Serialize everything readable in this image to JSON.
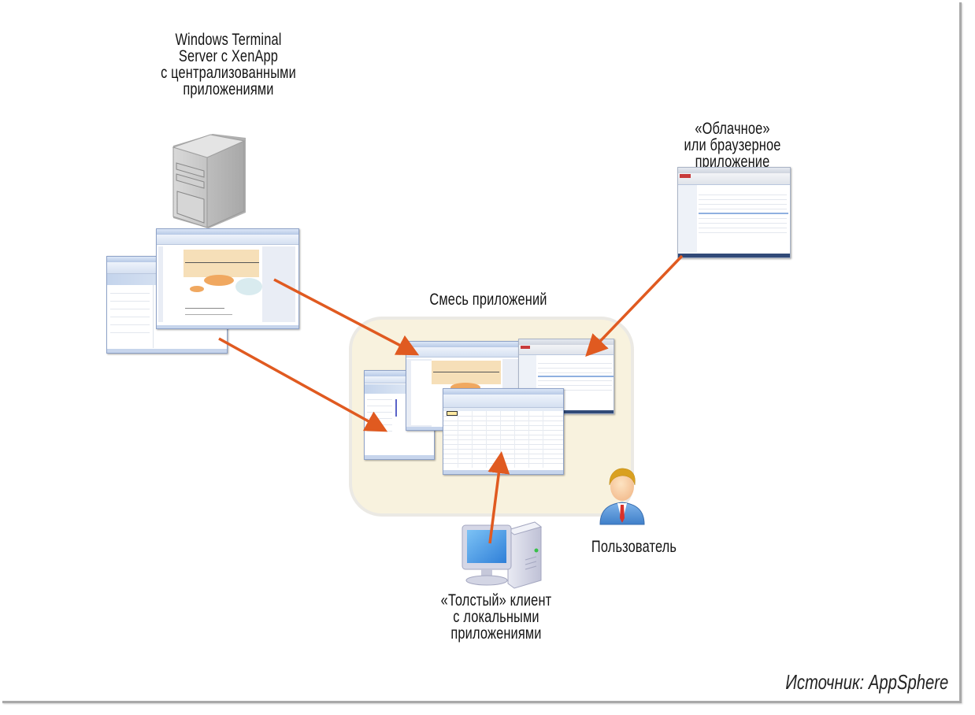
{
  "labels": {
    "server": [
      "Windows Terminal",
      "Server с XenApp",
      "с централизованными",
      "приложениями"
    ],
    "cloud": [
      "«Облачное»",
      "или браузерное",
      "приложение"
    ],
    "mix": "Смесь приложений",
    "user": "Пользователь",
    "thick_client": [
      "«Толстый» клиент",
      "с локальными",
      "приложениями"
    ],
    "source": "Источник: AppSphere"
  },
  "icons": {
    "server": "server-tower-icon",
    "user": "user-avatar-icon",
    "desktop": "desktop-computer-icon"
  },
  "colors": {
    "arrow": "#e05a20",
    "mix_box_fill": "#f8f2de",
    "mix_box_border": "#ebe9e4",
    "screen_blue": "#3a8fe0",
    "tie_red": "#d9312a",
    "hair": "#d9a020"
  },
  "connections": [
    {
      "from": "word-window-server",
      "to": "word-window-mix"
    },
    {
      "from": "ie-window-server",
      "to": "ie-window-mix"
    },
    {
      "from": "cloud-app-window",
      "to": "cloud-window-mix"
    },
    {
      "from": "desktop-computer",
      "to": "excel-window-mix"
    }
  ]
}
